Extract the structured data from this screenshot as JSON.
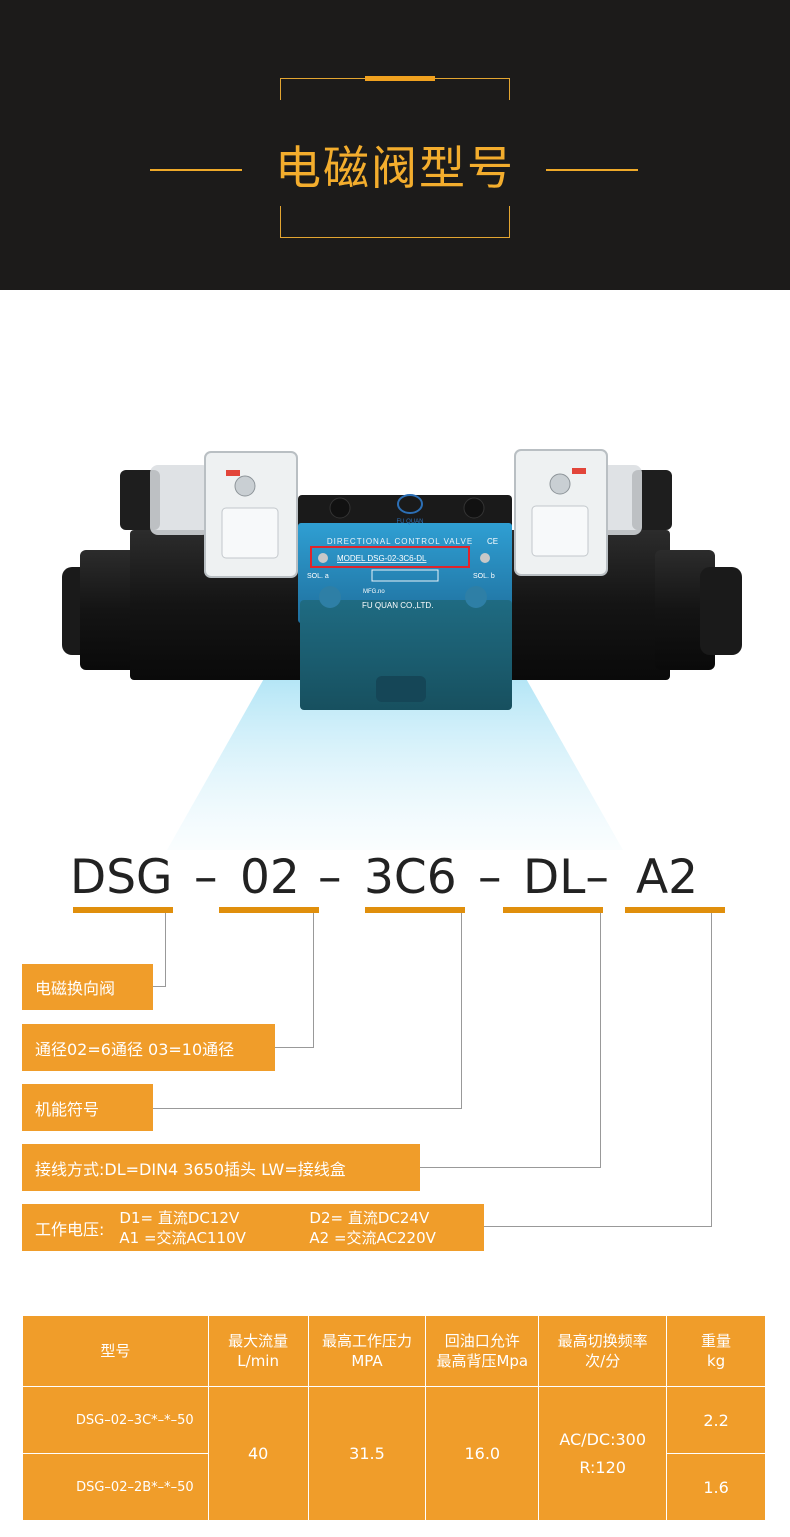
{
  "header": {
    "title": "电磁阀型号"
  },
  "valve": {
    "nameplate_title": "DIRECTIONAL CONTROL VALVE",
    "logo_text": "FU QUAN",
    "model_label": "MODEL DSG-02-3C6-DL",
    "sol_a": "SOL. a",
    "sol_b": "SOL. b",
    "mfg": "MFG.no",
    "company": "FU QUAN CO.,LTD.",
    "ce": "CE"
  },
  "model_code": {
    "part1": "DSG",
    "sep1": "–",
    "part2": "02",
    "sep2": "–",
    "part3": "3C6",
    "sep3": "–",
    "part4": "DL–",
    "part5": "A2"
  },
  "legend": {
    "item1": "电磁换向阀",
    "item2": "通径02=6通径   03=10通径",
    "item3": "机能符号",
    "item4": "接线方式:DL=DIN4 3650插头   LW=接线盒",
    "item5_label": "工作电压:",
    "item5_d1": "D1= 直流DC12V",
    "item5_d2": "D2= 直流DC24V",
    "item5_a1": "A1 =交流AC110V",
    "item5_a2": "A2 =交流AC220V"
  },
  "table": {
    "headers": [
      {
        "line1": "型号",
        "line2": ""
      },
      {
        "line1": "最大流量",
        "line2": "L/min"
      },
      {
        "line1": "最高工作压力",
        "line2": "MPA"
      },
      {
        "line1": "回油口允许",
        "line2": "最高背压Mpa"
      },
      {
        "line1": "最高切换频率",
        "line2": "次/分"
      },
      {
        "line1": "重量",
        "line2": "kg"
      }
    ],
    "model_1": "DSG–02–3C*–*–50",
    "model_2": "DSG–02–2B*–*–50",
    "flow": "40",
    "pressure": "31.5",
    "back_pressure": "16.0",
    "frequency_1": "AC/DC:300",
    "frequency_2": "R:120",
    "weight_1": "2.2",
    "weight_2": "1.6"
  },
  "colors": {
    "header_bg": "#1c1b1a",
    "accent_gold": "#f3ad2d",
    "label_orange": "#f09d2a",
    "underline_orange": "#e08f0c",
    "valve_blue": "#2a8fc4"
  }
}
